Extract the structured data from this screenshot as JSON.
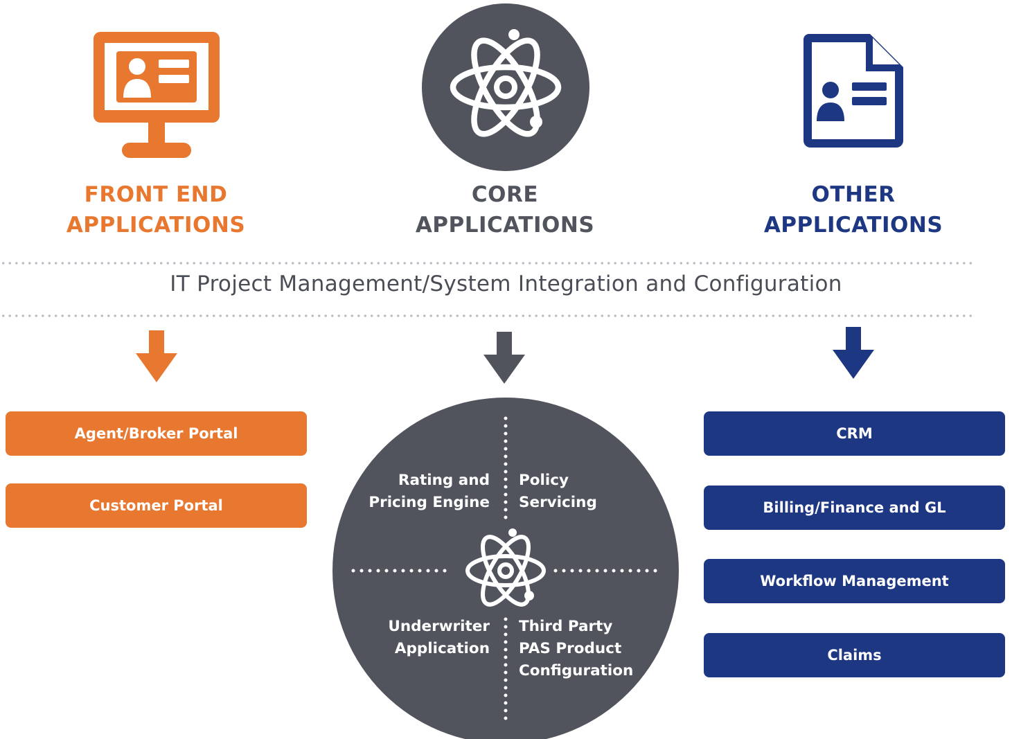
{
  "colors": {
    "front_end": "#e8782f",
    "core": "#51545d",
    "other": "#1d3782",
    "dotted": "#b9bdc4"
  },
  "columns": {
    "front_end": {
      "icon": "monitor-with-user-card-icon",
      "title_line1": "FRONT END",
      "title_line2": "APPLICATIONS",
      "items": [
        "Agent/Broker Portal",
        "Customer Portal"
      ]
    },
    "core": {
      "icon": "atom-icon",
      "title_line1": "CORE",
      "title_line2": "APPLICATIONS",
      "quadrants": {
        "top_left": [
          "Rating and",
          "Pricing Engine"
        ],
        "top_right": [
          "Policy",
          "Servicing"
        ],
        "bottom_left": [
          "Underwriter",
          "Application"
        ],
        "bottom_right": [
          "Third Party",
          "PAS Product",
          "Configuration"
        ]
      }
    },
    "other": {
      "icon": "document-with-user-card-icon",
      "title_line1": "OTHER",
      "title_line2": "APPLICATIONS",
      "items": [
        "CRM",
        "Billing/Finance and GL",
        "Workflow Management",
        "Claims"
      ]
    }
  },
  "banner": "IT Project Management/System Integration and Configuration"
}
